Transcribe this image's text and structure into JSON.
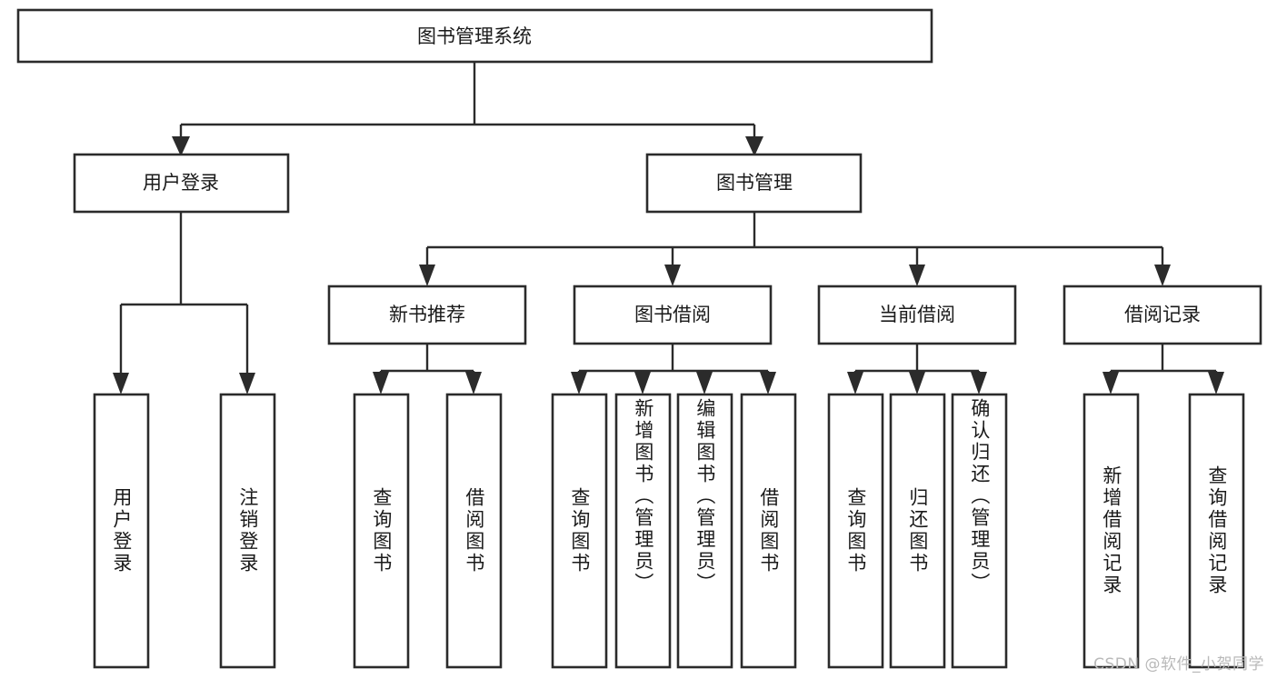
{
  "diagram": {
    "kind": "tree",
    "watermark": "CSDN @软件_小贺同学",
    "root": {
      "label": "图书管理系统"
    },
    "level2": [
      {
        "label": "用户登录"
      },
      {
        "label": "图书管理"
      }
    ],
    "level3": [
      {
        "label": "新书推荐"
      },
      {
        "label": "图书借阅"
      },
      {
        "label": "当前借阅"
      },
      {
        "label": "借阅记录"
      }
    ],
    "leaves": {
      "user_login": [
        {
          "label": "用户登录"
        },
        {
          "label": "注销登录"
        }
      ],
      "new_book": [
        {
          "label": "查询图书"
        },
        {
          "label": "借阅图书"
        }
      ],
      "book_borrow": [
        {
          "label": "查询图书"
        },
        {
          "label": "新增图书（管理员）"
        },
        {
          "label": "编辑图书（管理员）"
        },
        {
          "label": "借阅图书"
        }
      ],
      "current_borrow": [
        {
          "label": "查询图书"
        },
        {
          "label": "归还图书"
        },
        {
          "label": "确认归还（管理员）"
        }
      ],
      "borrow_record": [
        {
          "label": "新增借阅记录"
        },
        {
          "label": "查询借阅记录"
        }
      ]
    },
    "colors": {
      "stroke": "#2b2b2b",
      "fill": "#ffffff",
      "text": "#1a1a1a",
      "watermark": "#b9b9b9"
    }
  }
}
